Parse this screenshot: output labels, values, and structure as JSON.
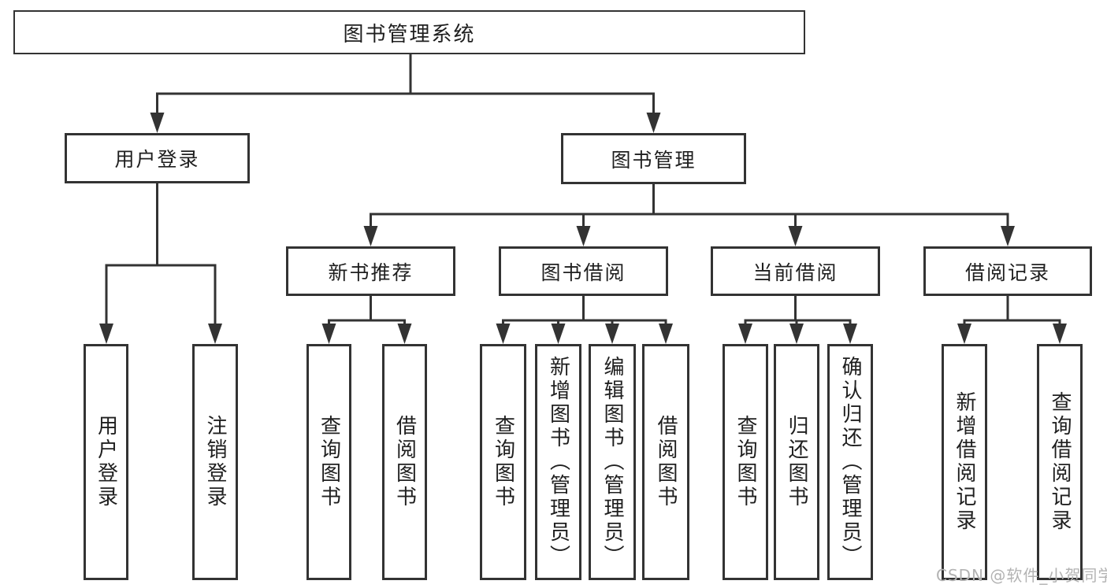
{
  "diagram_title": "图书管理系统",
  "tree": {
    "root": "图书管理系统",
    "branches": [
      {
        "label": "用户登录",
        "children": [
          "用户登录",
          "注销登录"
        ]
      },
      {
        "label": "图书管理",
        "children": [
          {
            "label": "新书推荐",
            "children": [
              "查询图书",
              "借阅图书"
            ]
          },
          {
            "label": "图书借阅",
            "children": [
              "查询图书",
              "新增图书（管理员）",
              "编辑图书（管理员）",
              "借阅图书"
            ]
          },
          {
            "label": "当前借阅",
            "children": [
              "查询图书",
              "归还图书",
              "确认归还（管理员）"
            ]
          },
          {
            "label": "借阅记录",
            "children": [
              "新增借阅记录",
              "查询借阅记录"
            ]
          }
        ]
      }
    ]
  },
  "watermark": "CSDN @软件_小贺同学",
  "colors": {
    "line": "#333333",
    "box_border": "#333333",
    "text": "#1f1f1f",
    "watermark": "#b3b3b3",
    "background": "#ffffff"
  }
}
